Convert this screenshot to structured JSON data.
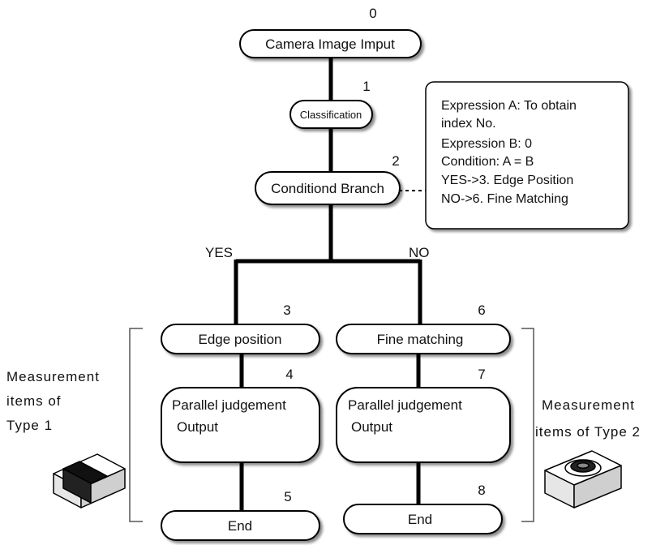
{
  "steps": [
    {
      "num": "0",
      "label": "Camera Image Imput"
    },
    {
      "num": "1",
      "label": "Classification"
    },
    {
      "num": "2",
      "label": "Conditiond Branch"
    },
    {
      "num": "3",
      "label": "Edge position"
    },
    {
      "num": "4",
      "label_line1": "Parallel judgement",
      "label_line2": "Output"
    },
    {
      "num": "5",
      "label": "End"
    },
    {
      "num": "6",
      "label": "Fine matching"
    },
    {
      "num": "7",
      "label_line1": "Parallel judgement",
      "label_line2": "Output"
    },
    {
      "num": "8",
      "label": "End"
    }
  ],
  "branch": {
    "yes": "YES",
    "no": "NO"
  },
  "note": [
    "Expression A: To obtain",
    "index No.",
    "Expression B: 0",
    "Condition: A = B",
    "YES->3. Edge Position",
    "NO->6. Fine Matching"
  ],
  "left_group": [
    "Measurement",
    "items of",
    "Type 1"
  ],
  "right_group": [
    "Measurement",
    "items of Type 2"
  ]
}
